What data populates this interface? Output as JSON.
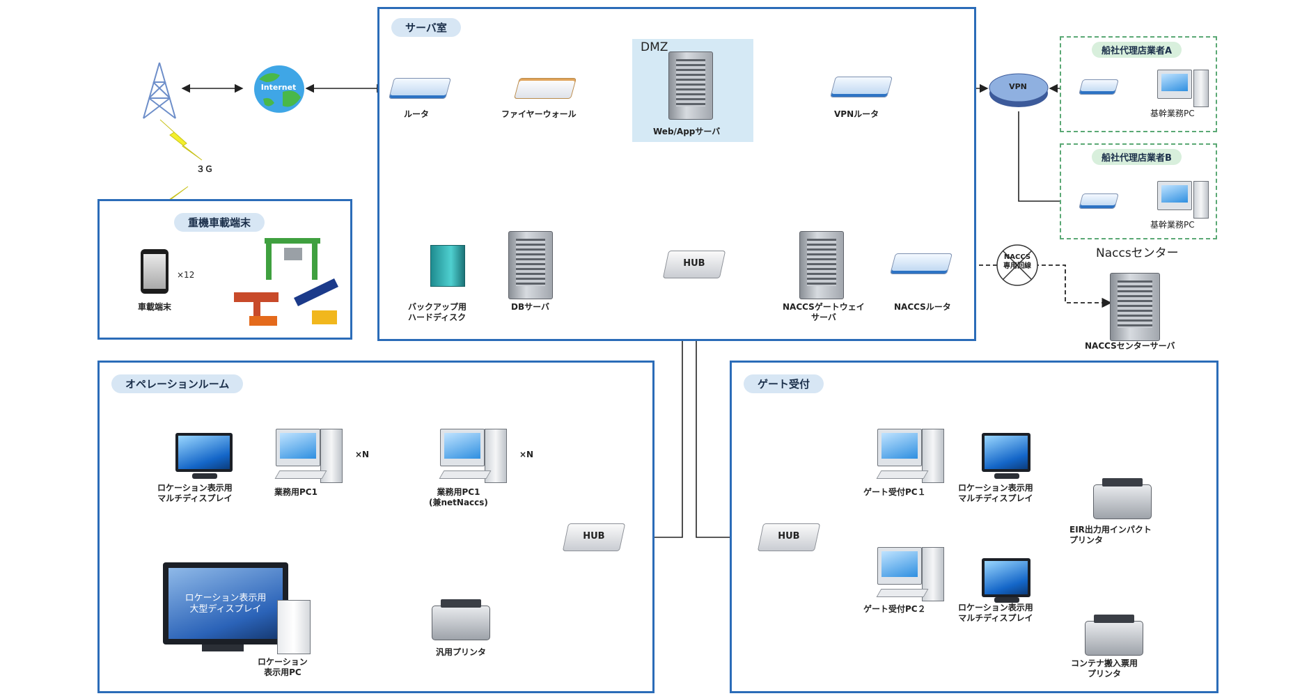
{
  "zones": {
    "server_room": "サーバ室",
    "heavy_machine": "重機車載端末",
    "operation_room": "オペレーションルーム",
    "gate": "ゲート受付",
    "agent_a": "船社代理店業者A",
    "agent_b": "船社代理店業者B"
  },
  "internet": {
    "antenna_label": "３Ｇ",
    "globe_label": "Internet"
  },
  "server_room": {
    "router": "ルータ",
    "firewall": "ファイヤーウォール",
    "dmz": "DMZ",
    "web_server": "Web/Appサーバ",
    "vpn_router": "VPNルータ",
    "backup_disk": [
      "バックアップ用",
      "ハードディスク"
    ],
    "db_server": "DBサーバ",
    "hub": "HUB",
    "naccs_gateway": [
      "NACCSゲートウェイ",
      "サーバ"
    ],
    "naccs_router": "NACCSルータ"
  },
  "external": {
    "vpn": "VPN",
    "agent_pc_a": "基幹業務PC",
    "agent_pc_b": "基幹業務PC",
    "naccs_center": "Naccsセンター",
    "naccs_line": [
      "NACCS",
      "専用回線"
    ],
    "naccs_center_server": "NACCSセンターサーバ"
  },
  "heavy": {
    "terminal_label": "車載端末",
    "count": "×12"
  },
  "operation": {
    "display1": [
      "ロケーション表示用",
      "マルチディスプレイ"
    ],
    "pc1": "業務用PC1",
    "count1": "×N",
    "pc2": [
      "業務用PC1",
      "(兼netNaccs)"
    ],
    "count2": "×N",
    "hub": "HUB",
    "big_display_screen": [
      "ロケーション表示用",
      "大型ディスプレイ"
    ],
    "location_pc": [
      "ロケーション",
      "表示用PC"
    ],
    "printer": "汎用プリンタ"
  },
  "gate": {
    "hub": "HUB",
    "pc1": "ゲート受付PC１",
    "display1": [
      "ロケーション表示用",
      "マルチディスプレイ"
    ],
    "eir_printer": [
      "EIR出力用インパクト",
      "プリンタ"
    ],
    "pc2": "ゲート受付PC２",
    "display2": [
      "ロケーション表示用",
      "マルチディスプレイ"
    ],
    "container_printer": [
      "コンテナ搬入票用",
      "プリンタ"
    ]
  },
  "colors": {
    "zone_border": "#2b6cb8",
    "pill_bg": "#d7e6f4",
    "agent_border": "#5aa874",
    "bolt": "#f3ef2c"
  }
}
